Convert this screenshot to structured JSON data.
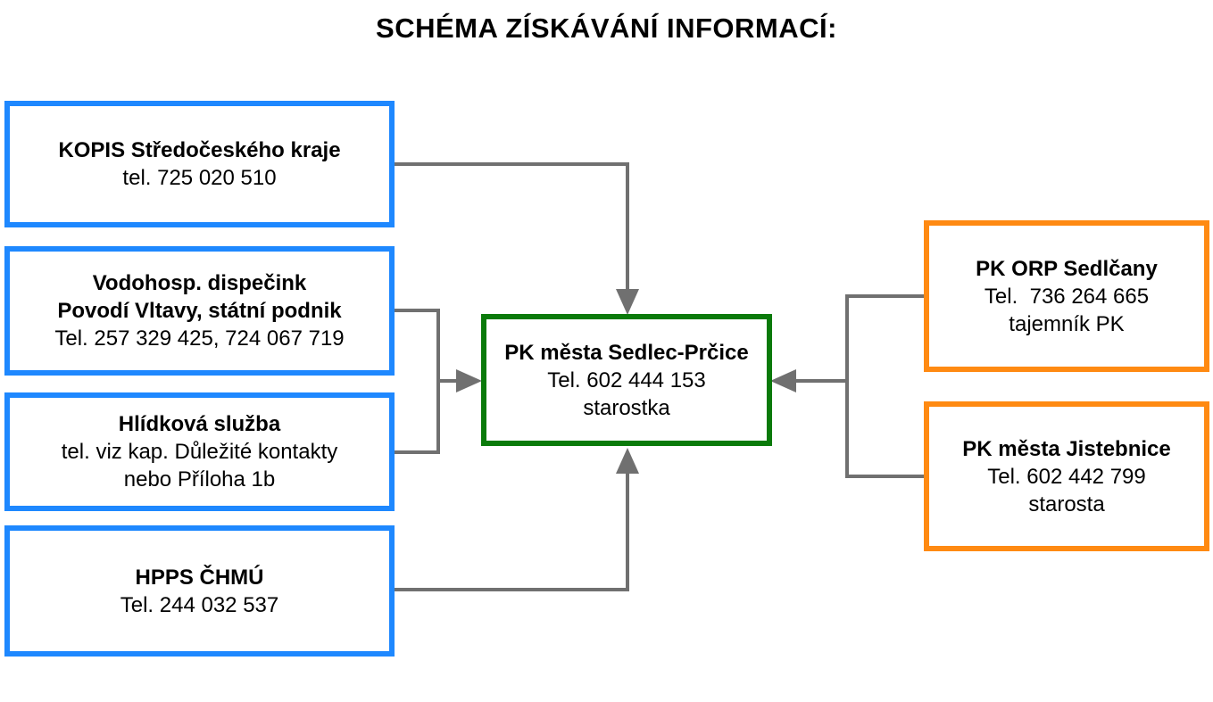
{
  "title": "SCHÉMA ZÍSKÁVÁNÍ INFORMACÍ:",
  "colors": {
    "blue": "#1e88ff",
    "green": "#0a7a0a",
    "orange": "#ff8a12",
    "arrow": "#707070"
  },
  "sources_left": [
    {
      "name": "KOPIS Středočeského kraje",
      "lines": [
        "tel. 725 020 510"
      ]
    },
    {
      "name": "Vodohosp. dispečink",
      "name2": "Povodí Vltavy, státní podnik",
      "lines": [
        "Tel. 257 329 425, 724 067 719"
      ]
    },
    {
      "name": "Hlídková služba",
      "lines": [
        "tel. viz kap. Důležité kontakty",
        "nebo Příloha 1b"
      ]
    },
    {
      "name": "HPPS ČHMÚ",
      "lines": [
        "Tel. 244 032 537"
      ]
    }
  ],
  "center": {
    "name": "PK města Sedlec-Prčice",
    "lines": [
      "Tel. 602 444 153",
      "starostka"
    ]
  },
  "sources_right": [
    {
      "name": "PK ORP Sedlčany",
      "lines": [
        "Tel.  736 264 665",
        "tajemník PK"
      ]
    },
    {
      "name": "PK města Jistebnice",
      "lines": [
        "Tel. 602 442 799",
        "starosta"
      ]
    }
  ]
}
